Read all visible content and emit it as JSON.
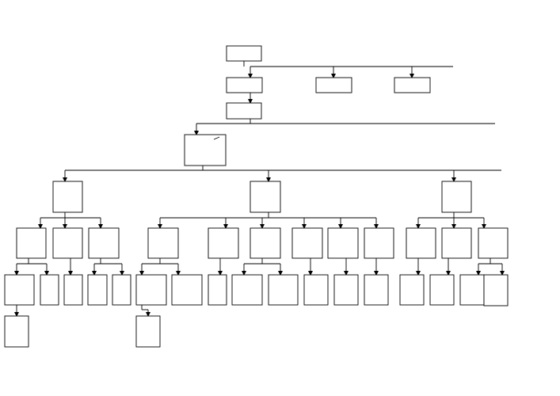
{
  "diagram": {
    "type": "org-chart",
    "stroke_color": "#000000",
    "background_color": "#ffffff",
    "box_text": "",
    "nodes": [
      {
        "id": "n0",
        "parent": null,
        "label": ""
      },
      {
        "id": "n1",
        "parent": "n0",
        "label": ""
      },
      {
        "id": "n2",
        "parent": "n0",
        "label": ""
      },
      {
        "id": "n3",
        "parent": "n0",
        "label": ""
      },
      {
        "id": "n4",
        "parent": "n1",
        "label": ""
      },
      {
        "id": "n5",
        "parent": "n4",
        "label": ""
      },
      {
        "id": "g1",
        "parent": "n5",
        "label": ""
      },
      {
        "id": "g2",
        "parent": "n5",
        "label": ""
      },
      {
        "id": "g3",
        "parent": "n5",
        "label": ""
      },
      {
        "id": "g1a",
        "parent": "g1",
        "label": ""
      },
      {
        "id": "g1b",
        "parent": "g1",
        "label": ""
      },
      {
        "id": "g1c",
        "parent": "g1",
        "label": ""
      },
      {
        "id": "g1a1",
        "parent": "g1a",
        "label": ""
      },
      {
        "id": "g1a2",
        "parent": "g1a",
        "label": ""
      },
      {
        "id": "g1a1x",
        "parent": "g1a1",
        "label": ""
      },
      {
        "id": "g1b1",
        "parent": "g1b",
        "label": ""
      },
      {
        "id": "g1c1",
        "parent": "g1c",
        "label": ""
      },
      {
        "id": "g1c2",
        "parent": "g1c",
        "label": ""
      },
      {
        "id": "g2a",
        "parent": "g2",
        "label": ""
      },
      {
        "id": "g2b",
        "parent": "g2",
        "label": ""
      },
      {
        "id": "g2c",
        "parent": "g2",
        "label": ""
      },
      {
        "id": "g2d",
        "parent": "g2",
        "label": ""
      },
      {
        "id": "g2e",
        "parent": "g2",
        "label": ""
      },
      {
        "id": "g2f",
        "parent": "g2",
        "label": ""
      },
      {
        "id": "g2a1",
        "parent": "g2a",
        "label": ""
      },
      {
        "id": "g2a2",
        "parent": "g2a",
        "label": ""
      },
      {
        "id": "g2a1x",
        "parent": "g2a1",
        "label": ""
      },
      {
        "id": "g2b1",
        "parent": "g2b",
        "label": ""
      },
      {
        "id": "g2c1",
        "parent": "g2c",
        "label": ""
      },
      {
        "id": "g2c2",
        "parent": "g2c",
        "label": ""
      },
      {
        "id": "g2d1",
        "parent": "g2d",
        "label": ""
      },
      {
        "id": "g2e1",
        "parent": "g2e",
        "label": ""
      },
      {
        "id": "g2f1",
        "parent": "g2f",
        "label": ""
      },
      {
        "id": "g3a",
        "parent": "g3",
        "label": ""
      },
      {
        "id": "g3b",
        "parent": "g3",
        "label": ""
      },
      {
        "id": "g3c",
        "parent": "g3",
        "label": ""
      },
      {
        "id": "g3a1",
        "parent": "g3a",
        "label": ""
      },
      {
        "id": "g3b1",
        "parent": "g3b",
        "label": ""
      },
      {
        "id": "g3c1",
        "parent": "g3c",
        "label": ""
      },
      {
        "id": "g3c2",
        "parent": "g3c",
        "label": ""
      }
    ]
  }
}
